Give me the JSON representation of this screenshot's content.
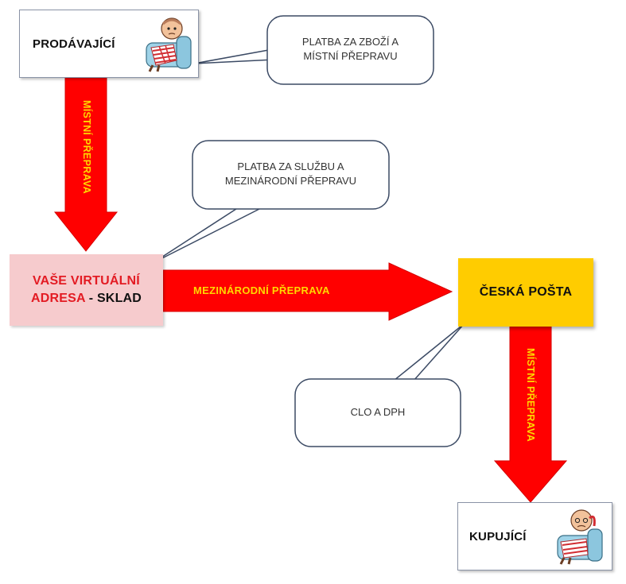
{
  "nodes": {
    "seller": "PRODÁVAJÍCÍ",
    "warehouse_line1": "VAŠE VIRTUÁLNÍ",
    "warehouse_line2_red": "ADRESA",
    "warehouse_line2_sep": " - ",
    "warehouse_line2_dark": "SKLAD",
    "post": "ČESKÁ POŠTA",
    "buyer": "KUPUJÍCÍ"
  },
  "arrows": {
    "seller_to_warehouse": "MÍSTNÍ PŘEPRAVA",
    "warehouse_to_post": "MEZINÁRODNÍ PŘEPRAVA",
    "post_to_buyer": "MÍSTNÍ PŘEPRAVA"
  },
  "callouts": {
    "goods_payment_line1": "PLATBA ZA ZBOŽÍ A",
    "goods_payment_line2": "MÍSTNÍ PŘEPRAVU",
    "service_payment_line1": "PLATBA ZA SLUŽBU A",
    "service_payment_line2": "MEZINÁRODNÍ PŘEPRAVU",
    "customs": "CLO A DPH"
  },
  "colors": {
    "arrow_red": "#ff0000",
    "arrow_text": "#ffd800",
    "post_fill": "#ffcc00",
    "warehouse_fill": "#f6cbcd",
    "warehouse_accent": "#e31b23"
  }
}
